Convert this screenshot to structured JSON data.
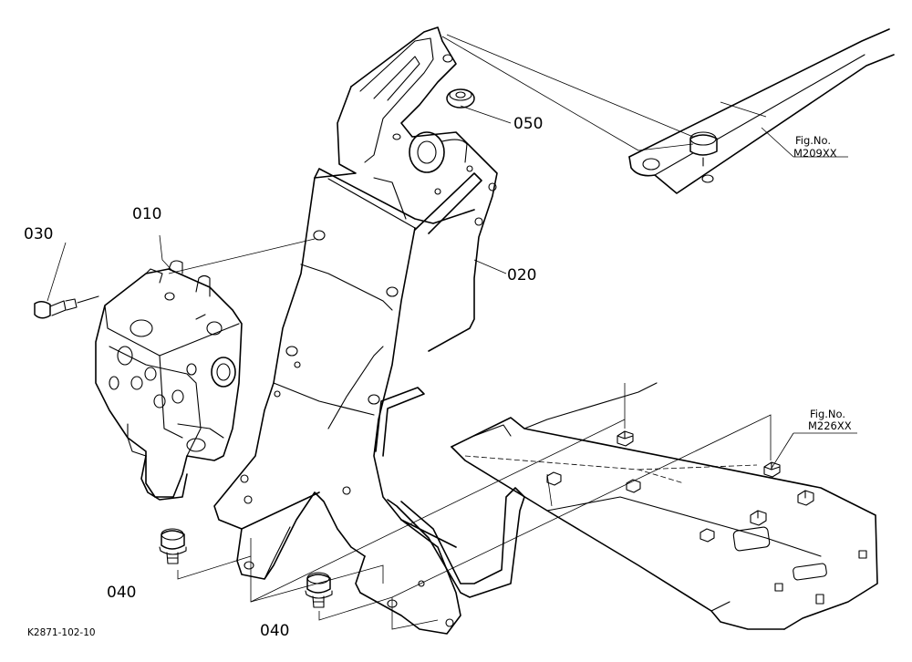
{
  "parts": {
    "p010": "010",
    "p020": "020",
    "p030": "030",
    "p040a": "040",
    "p040b": "040",
    "p050": "050"
  },
  "refs": {
    "ref1": {
      "label": "Fig.No.",
      "number": "M209XX"
    },
    "ref2": {
      "label": "Fig.No.",
      "number": "M226XX"
    }
  },
  "drawing_code": "K2871-102-10"
}
